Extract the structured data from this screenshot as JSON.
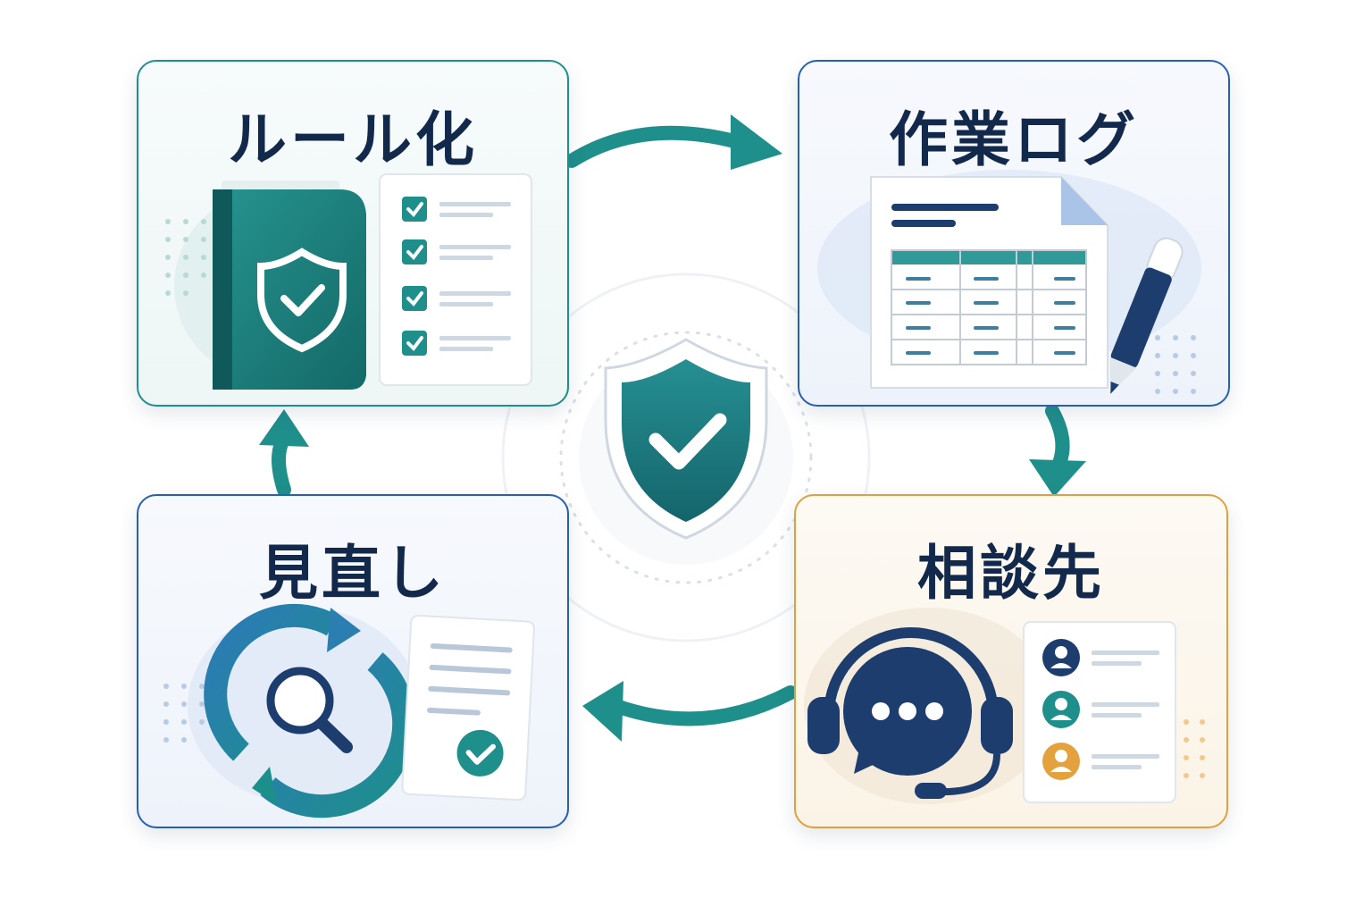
{
  "cards": {
    "rules": {
      "title": "ルール化"
    },
    "log": {
      "title": "作業ログ"
    },
    "review": {
      "title": "見直し"
    },
    "contact": {
      "title": "相談先"
    }
  },
  "colors": {
    "teal": "#1f8f8b",
    "navy": "#1d3d6e",
    "blue_border": "#2860b0",
    "orange_border": "#e0a040",
    "title_text": "#13294b"
  },
  "icons": {
    "center": "shield-check-icon",
    "rules": [
      "rulebook-shield-icon",
      "checklist-icon"
    ],
    "log": [
      "spreadsheet-document-icon",
      "pen-icon"
    ],
    "review": [
      "refresh-cycle-icon",
      "magnifier-icon",
      "approved-document-icon"
    ],
    "contact": [
      "headset-chat-icon",
      "contact-list-icon"
    ]
  }
}
